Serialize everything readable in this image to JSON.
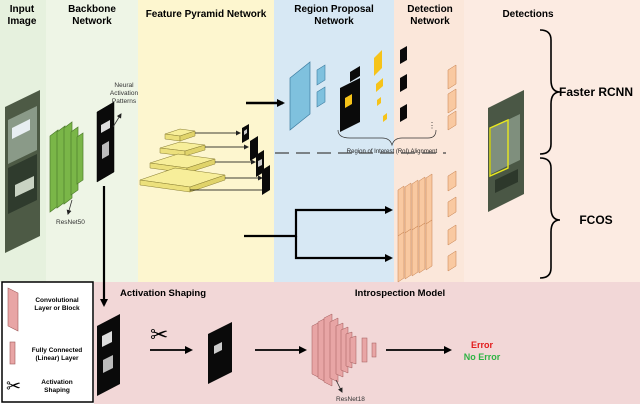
{
  "columns": {
    "input": {
      "line1": "Input",
      "line2": "Image"
    },
    "backbone": {
      "line1": "Backbone",
      "line2": "Network"
    },
    "fpn": {
      "line1": "Feature Pyramid Network"
    },
    "rpn": {
      "line1": "Region Proposal",
      "line2": "Network"
    },
    "detection": {
      "line1": "Detection",
      "line2": "Network"
    },
    "detections": {
      "line1": "Detections"
    }
  },
  "labels": {
    "neural_activation": {
      "line1": "Neural",
      "line2": "Activation",
      "line3": "Patterns"
    },
    "resnet50": "ResNet50",
    "roi_alignment": "Region of Interest (RoI) Alignment",
    "faster_rcnn": "Faster RCNN",
    "fcos": "FCOS",
    "activation_shaping": "Activation Shaping",
    "introspection_model": "Introspection Model",
    "resnet18": "ResNet18",
    "error": "Error",
    "no_error": "No Error"
  },
  "legend": {
    "conv": {
      "line1": "Convolutional",
      "line2": "Layer  or Block"
    },
    "fc": {
      "line1": "Fully Connected",
      "line2": "(Linear) Layer"
    },
    "shaping": {
      "line1": "Activation",
      "line2": "Shaping"
    }
  },
  "colors": {
    "input_bg": "#e6f1de",
    "backbone_bg": "#eef5e6",
    "fpn_bg": "#fdf6cf",
    "rpn_bg": "#d7e8f4",
    "detection_bg": "#fbe7da",
    "detections_bg": "#fcebe2",
    "bottom_bg": "#f2d7d7",
    "backbone_layer": "#7ab648",
    "fpn_layer": "#f7ee9a",
    "rpn_layer": "#7fc1de",
    "rpn_yellow": "#f6c319",
    "det_layer": "#f9c9a1",
    "intro_layer": "#e8a5a5",
    "error": "#e21b1b",
    "no_error": "#2fb344"
  }
}
